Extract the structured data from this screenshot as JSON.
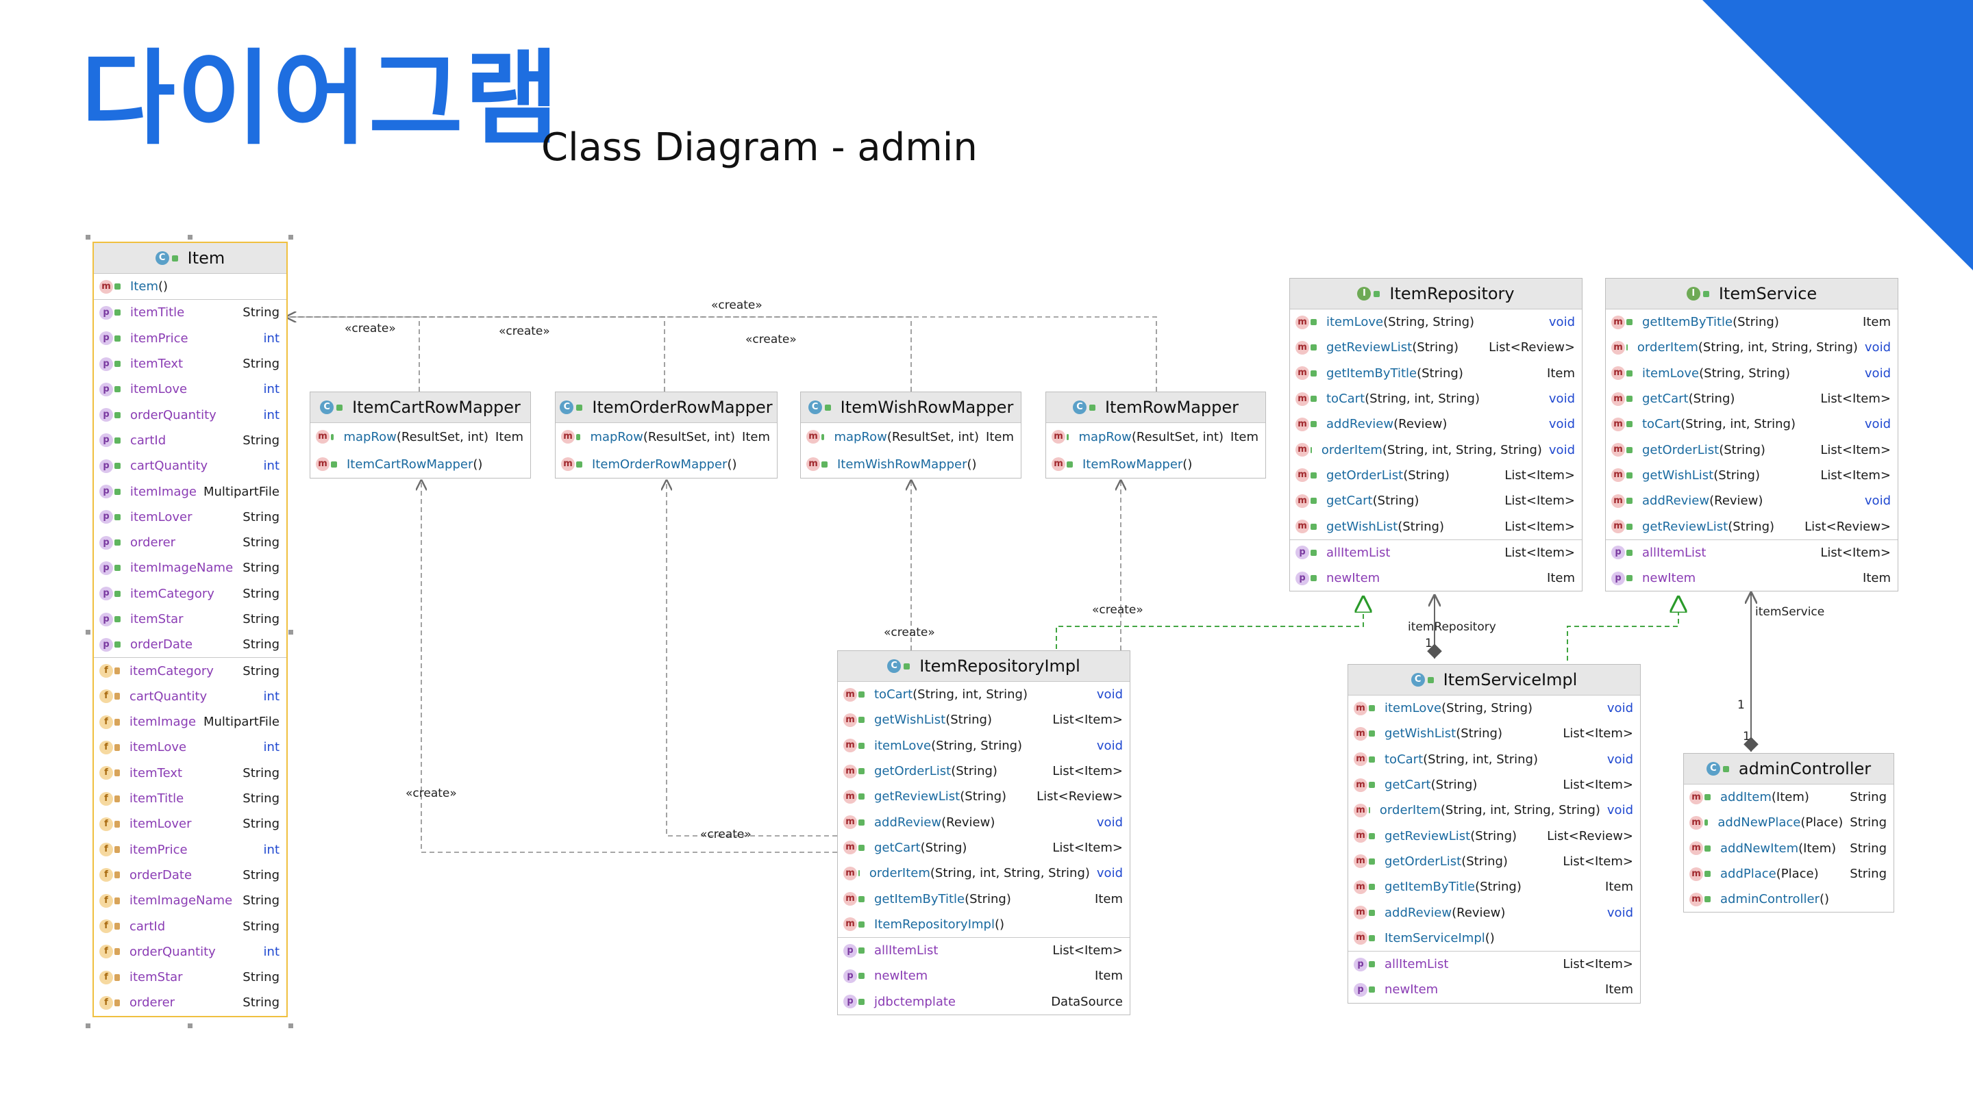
{
  "slide": {
    "title_ko": "다이어그램",
    "title_en": "Class Diagram - admin",
    "accent_color": "#1e6ee0"
  },
  "classes": {
    "item": {
      "name": "Item",
      "kind": "C",
      "members": [
        {
          "icon": "m",
          "name": "Item",
          "params": "()",
          "type": ""
        },
        {
          "icon": "p",
          "name": "itemTitle",
          "params": "",
          "type": "String"
        },
        {
          "icon": "p",
          "name": "itemPrice",
          "params": "",
          "type": "int"
        },
        {
          "icon": "p",
          "name": "itemText",
          "params": "",
          "type": "String"
        },
        {
          "icon": "p",
          "name": "itemLove",
          "params": "",
          "type": "int"
        },
        {
          "icon": "p",
          "name": "orderQuantity",
          "params": "",
          "type": "int"
        },
        {
          "icon": "p",
          "name": "cartId",
          "params": "",
          "type": "String"
        },
        {
          "icon": "p",
          "name": "cartQuantity",
          "params": "",
          "type": "int"
        },
        {
          "icon": "p",
          "name": "itemImage",
          "params": "",
          "type": "MultipartFile"
        },
        {
          "icon": "p",
          "name": "itemLover",
          "params": "",
          "type": "String"
        },
        {
          "icon": "p",
          "name": "orderer",
          "params": "",
          "type": "String"
        },
        {
          "icon": "p",
          "name": "itemImageName",
          "params": "",
          "type": "String"
        },
        {
          "icon": "p",
          "name": "itemCategory",
          "params": "",
          "type": "String"
        },
        {
          "icon": "p",
          "name": "itemStar",
          "params": "",
          "type": "String"
        },
        {
          "icon": "p",
          "name": "orderDate",
          "params": "",
          "type": "String"
        },
        {
          "icon": "f",
          "name": "itemCategory",
          "params": "",
          "type": "String"
        },
        {
          "icon": "f",
          "name": "cartQuantity",
          "params": "",
          "type": "int"
        },
        {
          "icon": "f",
          "name": "itemImage",
          "params": "",
          "type": "MultipartFile"
        },
        {
          "icon": "f",
          "name": "itemLove",
          "params": "",
          "type": "int"
        },
        {
          "icon": "f",
          "name": "itemText",
          "params": "",
          "type": "String"
        },
        {
          "icon": "f",
          "name": "itemTitle",
          "params": "",
          "type": "String"
        },
        {
          "icon": "f",
          "name": "itemLover",
          "params": "",
          "type": "String"
        },
        {
          "icon": "f",
          "name": "itemPrice",
          "params": "",
          "type": "int"
        },
        {
          "icon": "f",
          "name": "orderDate",
          "params": "",
          "type": "String"
        },
        {
          "icon": "f",
          "name": "itemImageName",
          "params": "",
          "type": "String"
        },
        {
          "icon": "f",
          "name": "cartId",
          "params": "",
          "type": "String"
        },
        {
          "icon": "f",
          "name": "orderQuantity",
          "params": "",
          "type": "int"
        },
        {
          "icon": "f",
          "name": "itemStar",
          "params": "",
          "type": "String"
        },
        {
          "icon": "f",
          "name": "orderer",
          "params": "",
          "type": "String"
        }
      ]
    },
    "cartMapper": {
      "name": "ItemCartRowMapper",
      "kind": "C",
      "members": [
        {
          "icon": "m",
          "name": "mapRow",
          "params": "(ResultSet, int)",
          "type": "Item"
        },
        {
          "icon": "m",
          "name": "ItemCartRowMapper",
          "params": "()",
          "type": ""
        }
      ]
    },
    "orderMapper": {
      "name": "ItemOrderRowMapper",
      "kind": "C",
      "members": [
        {
          "icon": "m",
          "name": "mapRow",
          "params": "(ResultSet, int)",
          "type": "Item"
        },
        {
          "icon": "m",
          "name": "ItemOrderRowMapper",
          "params": "()",
          "type": ""
        }
      ]
    },
    "wishMapper": {
      "name": "ItemWishRowMapper",
      "kind": "C",
      "members": [
        {
          "icon": "m",
          "name": "mapRow",
          "params": "(ResultSet, int)",
          "type": "Item"
        },
        {
          "icon": "m",
          "name": "ItemWishRowMapper",
          "params": "()",
          "type": ""
        }
      ]
    },
    "itemMapper": {
      "name": "ItemRowMapper",
      "kind": "C",
      "members": [
        {
          "icon": "m",
          "name": "mapRow",
          "params": "(ResultSet, int)",
          "type": "Item"
        },
        {
          "icon": "m",
          "name": "ItemRowMapper",
          "params": "()",
          "type": ""
        }
      ]
    },
    "repo": {
      "name": "ItemRepository",
      "kind": "I",
      "members": [
        {
          "icon": "m",
          "name": "itemLove",
          "params": "(String, String)",
          "type": "void"
        },
        {
          "icon": "m",
          "name": "getReviewList",
          "params": "(String)",
          "type": "List<Review>"
        },
        {
          "icon": "m",
          "name": "getItemByTitle",
          "params": "(String)",
          "type": "Item"
        },
        {
          "icon": "m",
          "name": "toCart",
          "params": "(String, int, String)",
          "type": "void"
        },
        {
          "icon": "m",
          "name": "addReview",
          "params": "(Review)",
          "type": "void"
        },
        {
          "icon": "m",
          "name": "orderItem",
          "params": "(String, int, String, String)",
          "type": "void"
        },
        {
          "icon": "m",
          "name": "getOrderList",
          "params": "(String)",
          "type": "List<Item>"
        },
        {
          "icon": "m",
          "name": "getCart",
          "params": "(String)",
          "type": "List<Item>"
        },
        {
          "icon": "m",
          "name": "getWishList",
          "params": "(String)",
          "type": "List<Item>"
        },
        {
          "icon": "p",
          "name": "allItemList",
          "params": "",
          "type": "List<Item>"
        },
        {
          "icon": "p",
          "name": "newItem",
          "params": "",
          "type": "Item"
        }
      ]
    },
    "service": {
      "name": "ItemService",
      "kind": "I",
      "members": [
        {
          "icon": "m",
          "name": "getItemByTitle",
          "params": "(String)",
          "type": "Item"
        },
        {
          "icon": "m",
          "name": "orderItem",
          "params": "(String, int, String, String)",
          "type": "void"
        },
        {
          "icon": "m",
          "name": "itemLove",
          "params": "(String, String)",
          "type": "void"
        },
        {
          "icon": "m",
          "name": "getCart",
          "params": "(String)",
          "type": "List<Item>"
        },
        {
          "icon": "m",
          "name": "toCart",
          "params": "(String, int, String)",
          "type": "void"
        },
        {
          "icon": "m",
          "name": "getOrderList",
          "params": "(String)",
          "type": "List<Item>"
        },
        {
          "icon": "m",
          "name": "getWishList",
          "params": "(String)",
          "type": "List<Item>"
        },
        {
          "icon": "m",
          "name": "addReview",
          "params": "(Review)",
          "type": "void"
        },
        {
          "icon": "m",
          "name": "getReviewList",
          "params": "(String)",
          "type": "List<Review>"
        },
        {
          "icon": "p",
          "name": "allItemList",
          "params": "",
          "type": "List<Item>"
        },
        {
          "icon": "p",
          "name": "newItem",
          "params": "",
          "type": "Item"
        }
      ]
    },
    "repoImpl": {
      "name": "ItemRepositoryImpl",
      "kind": "C",
      "members": [
        {
          "icon": "m",
          "name": "toCart",
          "params": "(String, int, String)",
          "type": "void"
        },
        {
          "icon": "m",
          "name": "getWishList",
          "params": "(String)",
          "type": "List<Item>"
        },
        {
          "icon": "m",
          "name": "itemLove",
          "params": "(String, String)",
          "type": "void"
        },
        {
          "icon": "m",
          "name": "getOrderList",
          "params": "(String)",
          "type": "List<Item>"
        },
        {
          "icon": "m",
          "name": "getReviewList",
          "params": "(String)",
          "type": "List<Review>"
        },
        {
          "icon": "m",
          "name": "addReview",
          "params": "(Review)",
          "type": "void"
        },
        {
          "icon": "m",
          "name": "getCart",
          "params": "(String)",
          "type": "List<Item>"
        },
        {
          "icon": "m",
          "name": "orderItem",
          "params": "(String, int, String, String)",
          "type": "void"
        },
        {
          "icon": "m",
          "name": "getItemByTitle",
          "params": "(String)",
          "type": "Item"
        },
        {
          "icon": "m",
          "name": "ItemRepositoryImpl",
          "params": "()",
          "type": ""
        },
        {
          "icon": "p",
          "name": "allItemList",
          "params": "",
          "type": "List<Item>"
        },
        {
          "icon": "p",
          "name": "newItem",
          "params": "",
          "type": "Item"
        },
        {
          "icon": "p",
          "name": "jdbctemplate",
          "params": "",
          "type": "DataSource"
        }
      ]
    },
    "serviceImpl": {
      "name": "ItemServiceImpl",
      "kind": "C",
      "members": [
        {
          "icon": "m",
          "name": "itemLove",
          "params": "(String, String)",
          "type": "void"
        },
        {
          "icon": "m",
          "name": "getWishList",
          "params": "(String)",
          "type": "List<Item>"
        },
        {
          "icon": "m",
          "name": "toCart",
          "params": "(String, int, String)",
          "type": "void"
        },
        {
          "icon": "m",
          "name": "getCart",
          "params": "(String)",
          "type": "List<Item>"
        },
        {
          "icon": "m",
          "name": "orderItem",
          "params": "(String, int, String, String)",
          "type": "void"
        },
        {
          "icon": "m",
          "name": "getReviewList",
          "params": "(String)",
          "type": "List<Review>"
        },
        {
          "icon": "m",
          "name": "getOrderList",
          "params": "(String)",
          "type": "List<Item>"
        },
        {
          "icon": "m",
          "name": "getItemByTitle",
          "params": "(String)",
          "type": "Item"
        },
        {
          "icon": "m",
          "name": "addReview",
          "params": "(Review)",
          "type": "void"
        },
        {
          "icon": "m",
          "name": "ItemServiceImpl",
          "params": "()",
          "type": ""
        },
        {
          "icon": "p",
          "name": "allItemList",
          "params": "",
          "type": "List<Item>"
        },
        {
          "icon": "p",
          "name": "newItem",
          "params": "",
          "type": "Item"
        }
      ]
    },
    "controller": {
      "name": "adminController",
      "kind": "C",
      "members": [
        {
          "icon": "m",
          "name": "addItem",
          "params": "(Item)",
          "type": "String"
        },
        {
          "icon": "m",
          "name": "addNewPlace",
          "params": "(Place)",
          "type": "String"
        },
        {
          "icon": "m",
          "name": "addNewItem",
          "params": "(Item)",
          "type": "String"
        },
        {
          "icon": "m",
          "name": "addPlace",
          "params": "(Place)",
          "type": "String"
        },
        {
          "icon": "m",
          "name": "adminController",
          "params": "()",
          "type": ""
        }
      ]
    }
  },
  "edge_labels": {
    "create": "«create»",
    "item_repository": "itemRepository",
    "item_service": "itemService",
    "one": "1"
  }
}
